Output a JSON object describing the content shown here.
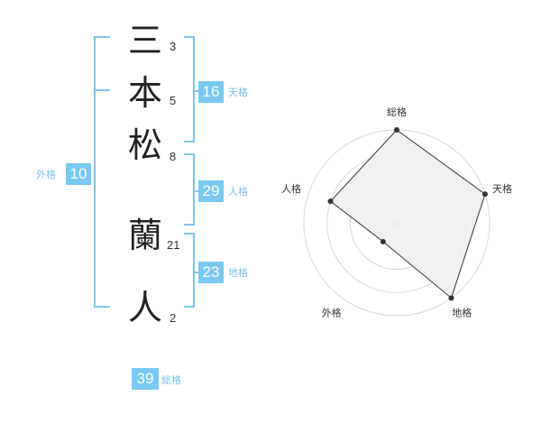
{
  "name": {
    "characters": [
      {
        "char": "三",
        "strokes": "3"
      },
      {
        "char": "本",
        "strokes": "5"
      },
      {
        "char": "松",
        "strokes": "8"
      },
      {
        "char": "蘭",
        "strokes": "21"
      },
      {
        "char": "人",
        "strokes": "2"
      }
    ]
  },
  "kakusu": {
    "tenkaku": {
      "label": "天格",
      "value": "16"
    },
    "jinkaku": {
      "label": "人格",
      "value": "29"
    },
    "chikaku": {
      "label": "地格",
      "value": "23"
    },
    "gaikaku": {
      "label": "外格",
      "value": "10"
    },
    "soukaku": {
      "label": "総格",
      "value": "39"
    }
  },
  "chart_data": {
    "type": "radar",
    "axes": [
      "総格",
      "天格",
      "地格",
      "外格",
      "人格"
    ],
    "series": [
      {
        "values": [
          4,
          4,
          4,
          1,
          3
        ]
      }
    ],
    "rlim": [
      0,
      4
    ],
    "rings": 4,
    "colors": {
      "fill": "#eeeeee",
      "line": "#333333",
      "grid": "#d8d8d8"
    }
  },
  "colors": {
    "accent": "#79c9f2",
    "bracket": "#7cc4ee",
    "label": "#7bbfe6"
  }
}
